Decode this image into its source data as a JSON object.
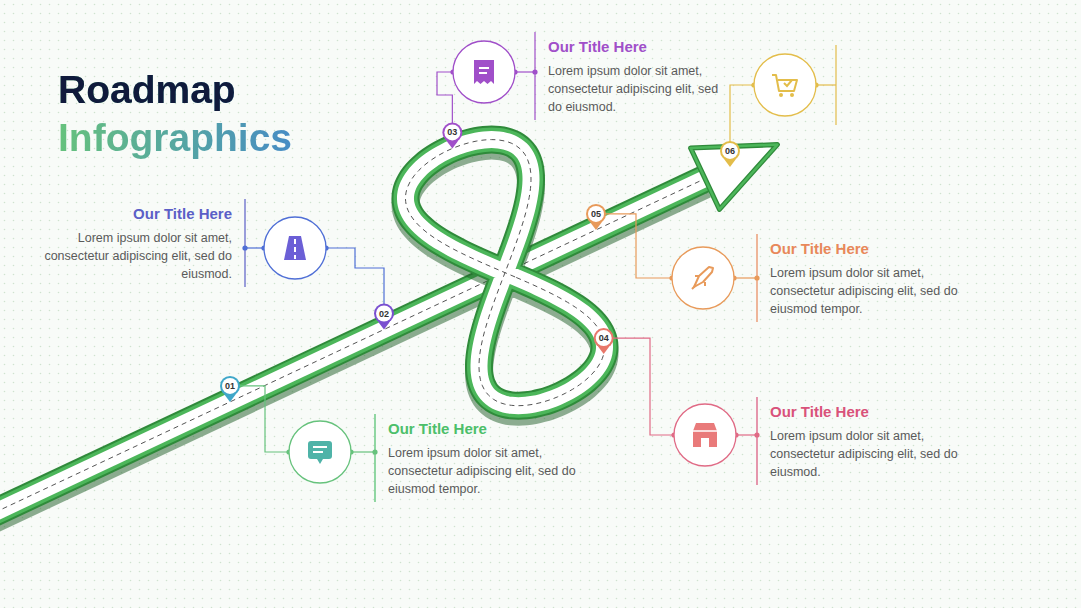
{
  "diagram": {
    "title": "Roadmap Infographics",
    "nodes": [
      {
        "text": [
          "Our Title Here",
          "Lorem ipsum dolor sit amet, consectetur adipiscing elit, sed do eiusmod tempor."
        ]
      },
      {
        "text": [
          "Our Title Here",
          "Lorem ipsum dolor sit amet, consectetur adipiscing elit, sed do eiusmod."
        ]
      },
      {
        "text": [
          "Our Title Here",
          "Lorem ipsum dolor sit amet, consectetur adipiscing elit, sed do eiusmod."
        ]
      },
      {
        "text": [
          "Our Title Here",
          "Lorem ipsum dolor sit amet, consectetur adipiscing elit, sed do eiusmod."
        ]
      },
      {
        "text": [
          "Our Title Here",
          "Lorem ipsum dolor sit amet, consectetur adipiscing elit, sed do eiusmod tempor."
        ]
      }
    ],
    "labels": [
      "01",
      "02",
      "03",
      "04",
      "05",
      "06"
    ]
  }
}
